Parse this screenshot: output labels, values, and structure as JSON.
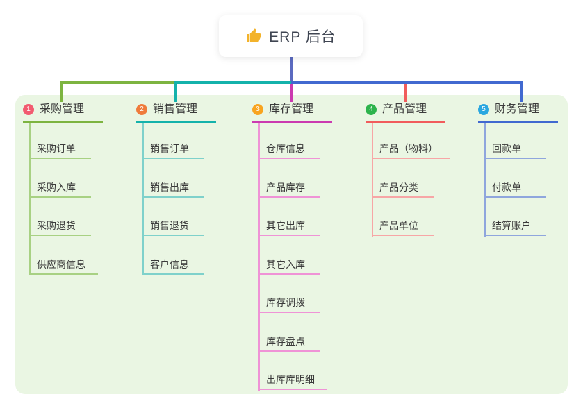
{
  "root": {
    "label": "ERP 后台",
    "icon": "thumbs-up-icon"
  },
  "branches": [
    {
      "index": "1",
      "label": "采购管理",
      "badge_color": "#f25b70",
      "line_color": "#7db440",
      "child_line_color": "#a8d183",
      "children": [
        "采购订单",
        "采购入库",
        "采购退货",
        "供应商信息"
      ]
    },
    {
      "index": "2",
      "label": "销售管理",
      "badge_color": "#ef7b3b",
      "line_color": "#14b2ab",
      "child_line_color": "#7fd1cb",
      "children": [
        "销售订单",
        "销售出库",
        "销售退货",
        "客户信息"
      ]
    },
    {
      "index": "3",
      "label": "库存管理",
      "badge_color": "#f8a41f",
      "line_color": "#cb3ab0",
      "child_line_color": "#ef93d6",
      "children": [
        "仓库信息",
        "产品库存",
        "其它出库",
        "其它入库",
        "库存调拨",
        "库存盘点",
        "出库库明细"
      ]
    },
    {
      "index": "4",
      "label": "产品管理",
      "badge_color": "#2db34c",
      "line_color": "#f15c5c",
      "child_line_color": "#f7a6a6",
      "children": [
        "产品（物料）",
        "产品分类",
        "产品单位"
      ]
    },
    {
      "index": "5",
      "label": "财务管理",
      "badge_color": "#2aa7e0",
      "line_color": "#4169d0",
      "child_line_color": "#8fa6dd",
      "children": [
        "回款单",
        "付款单",
        "结算账户"
      ]
    }
  ],
  "colors": {
    "panel_background": "#eaf6e3",
    "trunk_line": "#5b6ac0",
    "root_text": "#3f4552",
    "node_text": "#3a3a3a"
  }
}
